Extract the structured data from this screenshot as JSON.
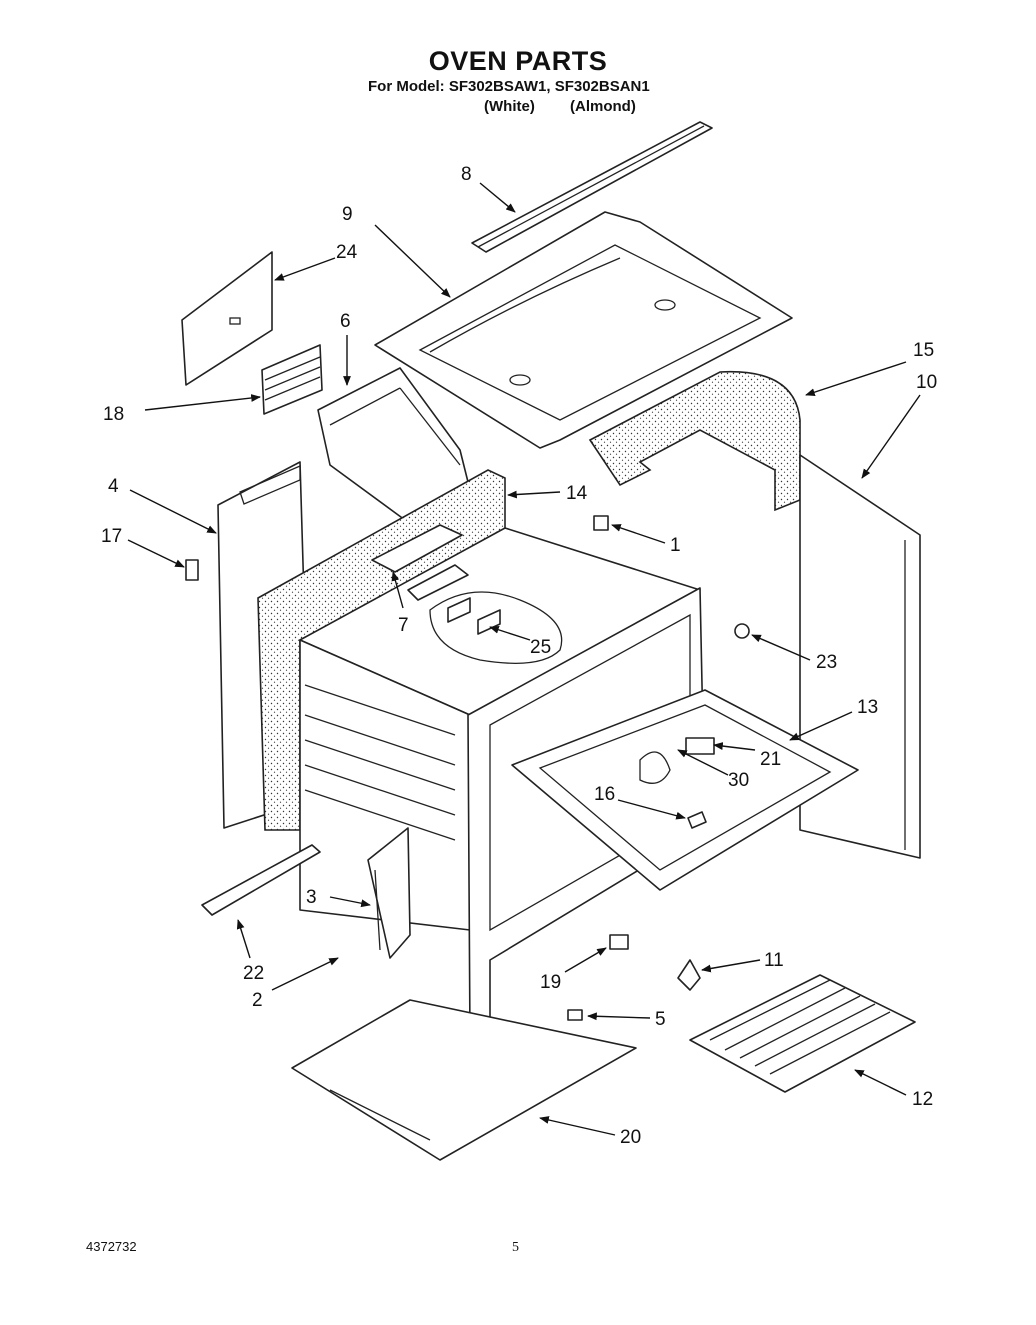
{
  "header": {
    "title": "OVEN PARTS",
    "model_line": "For Model: SF302BSAW1, SF302BSAN1",
    "variants": [
      "(White)",
      "(Almond)"
    ]
  },
  "callouts": [
    "1",
    "2",
    "3",
    "4",
    "5",
    "6",
    "7",
    "8",
    "9",
    "10",
    "11",
    "12",
    "13",
    "14",
    "15",
    "16",
    "17",
    "18",
    "19",
    "20",
    "21",
    "22",
    "23",
    "24",
    "25",
    "30"
  ],
  "footer": {
    "doc_number": "4372732",
    "page_number": "5"
  }
}
